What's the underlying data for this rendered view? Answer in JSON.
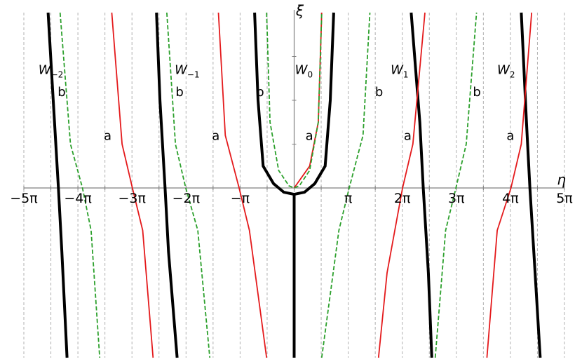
{
  "chart_data": {
    "type": "line",
    "title": "",
    "xlabel": "η",
    "ylabel": "ξ",
    "xlim": [
      -15.708,
      15.708
    ],
    "x_unit": "radians (π units)",
    "grid": "vertical dashed lines at multiples of π/2",
    "xticks": [
      {
        "value_pi": -5,
        "label": "−5π"
      },
      {
        "value_pi": -4,
        "label": "−4π"
      },
      {
        "value_pi": -3,
        "label": "−3π"
      },
      {
        "value_pi": -2,
        "label": "−2π"
      },
      {
        "value_pi": -1,
        "label": "−π"
      },
      {
        "value_pi": 1,
        "label": "π"
      },
      {
        "value_pi": 2,
        "label": "2π"
      },
      {
        "value_pi": 3,
        "label": "3π"
      },
      {
        "value_pi": 4,
        "label": "4π"
      },
      {
        "value_pi": 5,
        "label": "5π"
      }
    ],
    "series": [
      {
        "style": "thick black solid",
        "color": "#000000",
        "curves": [
          {
            "points": [
              [
                -14.3,
                4.0
              ],
              [
                -14.0,
                2.0
              ],
              [
                -13.7,
                0.0
              ],
              [
                -13.5,
                -1.5
              ],
              [
                -13.2,
                -4.0
              ]
            ]
          },
          {
            "points": [
              [
                -8.0,
                4.0
              ],
              [
                -7.8,
                2.0
              ],
              [
                -7.5,
                0.0
              ],
              [
                -7.3,
                -1.5
              ],
              [
                -6.8,
                -4.0
              ]
            ]
          },
          {
            "points": [
              [
                -2.3,
                4.0
              ],
              [
                -2.1,
                2.0
              ],
              [
                -1.8,
                0.5
              ],
              [
                -1.2,
                0.1
              ],
              [
                -0.6,
                -0.1
              ],
              [
                0.0,
                -0.15
              ],
              [
                0.6,
                -0.1
              ],
              [
                1.2,
                0.1
              ],
              [
                1.8,
                0.5
              ],
              [
                2.1,
                2.0
              ],
              [
                2.3,
                4.0
              ]
            ]
          },
          {
            "points": [
              [
                0.0,
                -0.15
              ],
              [
                0.0,
                -4.0
              ]
            ]
          },
          {
            "points": [
              [
                6.8,
                4.0
              ],
              [
                7.3,
                1.5
              ],
              [
                7.5,
                0.0
              ],
              [
                7.8,
                -2.0
              ],
              [
                8.0,
                -4.0
              ]
            ]
          },
          {
            "points": [
              [
                13.2,
                4.0
              ],
              [
                13.5,
                1.5
              ],
              [
                13.7,
                0.0
              ],
              [
                14.0,
                -2.0
              ],
              [
                14.3,
                -4.0
              ]
            ]
          }
        ]
      },
      {
        "style": "red solid",
        "color": "#e41a1c",
        "curves": [
          {
            "points": [
              [
                -10.6,
                4.0
              ],
              [
                -10.0,
                1.0
              ],
              [
                -9.4,
                0.0
              ],
              [
                -8.8,
                -1.0
              ],
              [
                -8.2,
                -4.0
              ]
            ]
          },
          {
            "points": [
              [
                -4.4,
                4.0
              ],
              [
                -4.0,
                1.2
              ],
              [
                -3.2,
                0.0
              ],
              [
                -2.6,
                -1.0
              ],
              [
                -1.6,
                -4.0
              ]
            ]
          },
          {
            "points": [
              [
                0.0,
                0.0
              ],
              [
                0.9,
                0.5
              ],
              [
                1.4,
                1.5
              ],
              [
                1.6,
                4.0
              ]
            ]
          },
          {
            "points": [
              [
                4.9,
                -4.0
              ],
              [
                5.4,
                -2.0
              ],
              [
                6.3,
                0.0
              ],
              [
                6.9,
                1.0
              ],
              [
                7.6,
                4.0
              ]
            ]
          },
          {
            "points": [
              [
                11.2,
                -4.0
              ],
              [
                11.8,
                -1.0
              ],
              [
                12.6,
                0.0
              ],
              [
                13.2,
                1.0
              ],
              [
                13.8,
                4.0
              ]
            ]
          }
        ]
      },
      {
        "style": "green dashed",
        "color": "#2ca02c",
        "curves": [
          {
            "points": [
              [
                -13.6,
                4.0
              ],
              [
                -13.0,
                1.0
              ],
              [
                -12.3,
                0.0
              ],
              [
                -11.8,
                -1.0
              ],
              [
                -11.3,
                -4.0
              ]
            ]
          },
          {
            "points": [
              [
                -7.4,
                4.0
              ],
              [
                -6.9,
                1.0
              ],
              [
                -6.3,
                0.0
              ],
              [
                -5.6,
                -1.0
              ],
              [
                -4.9,
                -4.0
              ]
            ]
          },
          {
            "points": [
              [
                -1.6,
                4.0
              ],
              [
                -1.4,
                1.5
              ],
              [
                -0.9,
                0.4
              ],
              [
                -0.3,
                0.05
              ],
              [
                0.0,
                0.0
              ],
              [
                0.3,
                0.05
              ],
              [
                0.9,
                0.4
              ],
              [
                1.4,
                1.5
              ],
              [
                1.6,
                4.0
              ]
            ]
          },
          {
            "points": [
              [
                1.6,
                -4.0
              ],
              [
                2.6,
                -1.0
              ],
              [
                3.2,
                0.0
              ],
              [
                4.0,
                1.2
              ],
              [
                4.4,
                4.0
              ]
            ]
          },
          {
            "points": [
              [
                8.2,
                -4.0
              ],
              [
                8.8,
                -1.0
              ],
              [
                9.4,
                0.0
              ],
              [
                10.0,
                1.0
              ],
              [
                10.6,
                4.0
              ]
            ]
          }
        ]
      }
    ],
    "annotations": [
      {
        "text": "W",
        "sub": "−2",
        "x_pi": -4.5,
        "y": 2.6,
        "kind": "W"
      },
      {
        "text": "b",
        "x_pi": -4.3,
        "y": 2.1,
        "kind": "letter"
      },
      {
        "text": "a",
        "x_pi": -3.45,
        "y": 1.1,
        "kind": "letter"
      },
      {
        "text": "W",
        "sub": "−1",
        "x_pi": -1.98,
        "y": 2.6,
        "kind": "W"
      },
      {
        "text": "b",
        "x_pi": -2.12,
        "y": 2.1,
        "kind": "letter"
      },
      {
        "text": "a",
        "x_pi": -1.45,
        "y": 1.1,
        "kind": "letter"
      },
      {
        "text": "W",
        "sub": "0",
        "x_pi": 0.18,
        "y": 2.6,
        "kind": "W"
      },
      {
        "text": "b",
        "x_pi": -0.63,
        "y": 2.1,
        "kind": "letter"
      },
      {
        "text": "a",
        "x_pi": 0.28,
        "y": 1.1,
        "kind": "letter"
      },
      {
        "text": "W",
        "sub": "1",
        "x_pi": 1.95,
        "y": 2.6,
        "kind": "W"
      },
      {
        "text": "b",
        "x_pi": 1.57,
        "y": 2.1,
        "kind": "letter"
      },
      {
        "text": "a",
        "x_pi": 2.1,
        "y": 1.1,
        "kind": "letter"
      },
      {
        "text": "W",
        "sub": "2",
        "x_pi": 3.92,
        "y": 2.6,
        "kind": "W"
      },
      {
        "text": "b",
        "x_pi": 3.38,
        "y": 2.1,
        "kind": "letter"
      },
      {
        "text": "a",
        "x_pi": 4.0,
        "y": 1.1,
        "kind": "letter"
      }
    ],
    "ylim": [
      -4.0,
      4.0
    ]
  }
}
